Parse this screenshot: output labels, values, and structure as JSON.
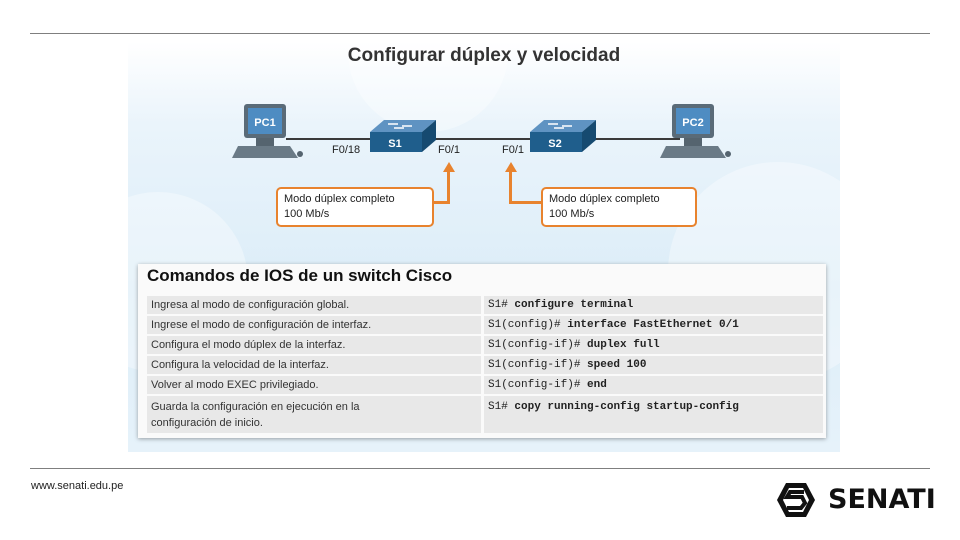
{
  "footer": {
    "url": "www.senati.edu.pe",
    "logo_text": "SENATI"
  },
  "slide": {
    "title": "Configurar dúplex y velocidad",
    "devices": {
      "pc1": "PC1",
      "pc2": "PC2",
      "s1": "S1",
      "s2": "S2"
    },
    "ports": {
      "s1_left": "F0/18",
      "s1_right": "F0/1",
      "s2_left": "F0/1"
    },
    "callouts": [
      {
        "line1": "Modo dúplex completo",
        "line2": "100 Mb/s"
      },
      {
        "line1": "Modo dúplex completo",
        "line2": "100 Mb/s"
      }
    ],
    "colors": {
      "accent": "#e8832e",
      "device_blue": "#1f5e8c"
    }
  },
  "commands": {
    "title": "Comandos de IOS de un switch Cisco",
    "rows": [
      {
        "desc": "Ingresa al modo de configuración global.",
        "prompt": "S1#",
        "cmd": "configure terminal"
      },
      {
        "desc": "Ingrese el modo de configuración de interfaz.",
        "prompt": "S1(config)#",
        "cmd": "interface FastEthernet 0/1"
      },
      {
        "desc": "Configura el modo dúplex de la interfaz.",
        "prompt": "S1(config-if)#",
        "cmd": "duplex full"
      },
      {
        "desc": "Configura la velocidad de la interfaz.",
        "prompt": "S1(config-if)#",
        "cmd": "speed 100"
      },
      {
        "desc": "Volver al modo EXEC privilegiado.",
        "prompt": "S1(config-if)#",
        "cmd": "end"
      },
      {
        "desc_line1": "Guarda la configuración en ejecución en la",
        "desc_line2": "configuración de inicio.",
        "prompt": "S1#",
        "cmd": "copy running-config startup-config"
      }
    ]
  }
}
